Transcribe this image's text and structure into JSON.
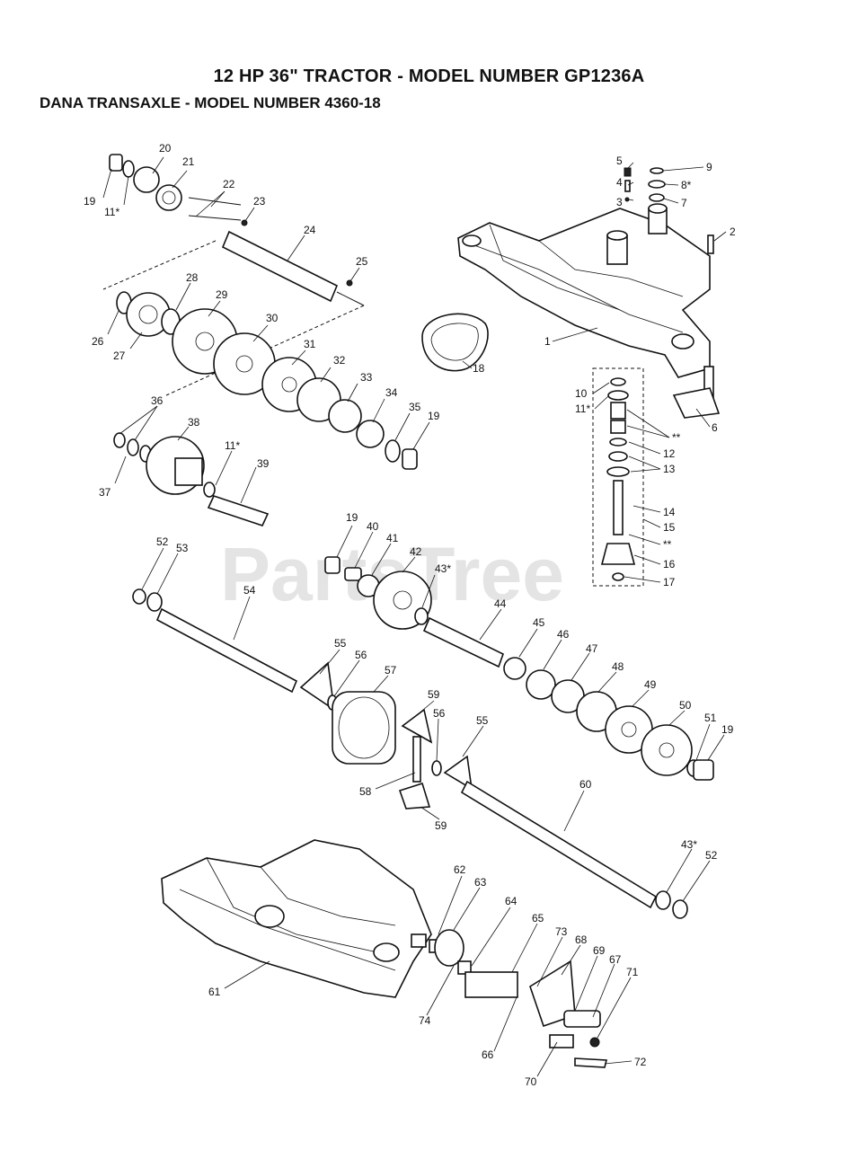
{
  "header": {
    "title": "12 HP 36\" TRACTOR  - MODEL NUMBER GP1236A",
    "subtitle": "DANA TRANSAXLE - MODEL NUMBER 4360-18"
  },
  "watermark": "PartsTree",
  "callouts": [
    {
      "id": "c20",
      "text": "20"
    },
    {
      "id": "c21",
      "text": "21"
    },
    {
      "id": "c19a",
      "text": "19"
    },
    {
      "id": "c11a",
      "text": "11*"
    },
    {
      "id": "c22",
      "text": "22"
    },
    {
      "id": "c23",
      "text": "23"
    },
    {
      "id": "c24",
      "text": "24"
    },
    {
      "id": "c25",
      "text": "25"
    },
    {
      "id": "c26",
      "text": "26"
    },
    {
      "id": "c27",
      "text": "27"
    },
    {
      "id": "c28",
      "text": "28"
    },
    {
      "id": "c29",
      "text": "29"
    },
    {
      "id": "c30",
      "text": "30"
    },
    {
      "id": "c31",
      "text": "31"
    },
    {
      "id": "c32",
      "text": "32"
    },
    {
      "id": "c33",
      "text": "33"
    },
    {
      "id": "c34",
      "text": "34"
    },
    {
      "id": "c35",
      "text": "35"
    },
    {
      "id": "c19b",
      "text": "19"
    },
    {
      "id": "c36",
      "text": "36"
    },
    {
      "id": "c37",
      "text": "37"
    },
    {
      "id": "c38",
      "text": "38"
    },
    {
      "id": "c11b",
      "text": "11*"
    },
    {
      "id": "c39",
      "text": "39"
    },
    {
      "id": "c18",
      "text": "18"
    },
    {
      "id": "c5",
      "text": "5"
    },
    {
      "id": "c4",
      "text": "4"
    },
    {
      "id": "c3",
      "text": "3"
    },
    {
      "id": "c9",
      "text": "9"
    },
    {
      "id": "c8",
      "text": "8*"
    },
    {
      "id": "c7",
      "text": "7"
    },
    {
      "id": "c2",
      "text": "2"
    },
    {
      "id": "c1",
      "text": "1"
    },
    {
      "id": "c10",
      "text": "10"
    },
    {
      "id": "c11c",
      "text": "11*"
    },
    {
      "id": "c6",
      "text": "6"
    },
    {
      "id": "cst1",
      "text": "**"
    },
    {
      "id": "c12",
      "text": "12"
    },
    {
      "id": "c13",
      "text": "13"
    },
    {
      "id": "c14",
      "text": "14"
    },
    {
      "id": "c15",
      "text": "15"
    },
    {
      "id": "cst2",
      "text": "**"
    },
    {
      "id": "c16",
      "text": "16"
    },
    {
      "id": "c17",
      "text": "17"
    },
    {
      "id": "c52a",
      "text": "52"
    },
    {
      "id": "c53",
      "text": "53"
    },
    {
      "id": "c54",
      "text": "54"
    },
    {
      "id": "c19c",
      "text": "19"
    },
    {
      "id": "c40",
      "text": "40"
    },
    {
      "id": "c41",
      "text": "41"
    },
    {
      "id": "c42",
      "text": "42"
    },
    {
      "id": "c43a",
      "text": "43*"
    },
    {
      "id": "c44",
      "text": "44"
    },
    {
      "id": "c45",
      "text": "45"
    },
    {
      "id": "c46",
      "text": "46"
    },
    {
      "id": "c47",
      "text": "47"
    },
    {
      "id": "c48",
      "text": "48"
    },
    {
      "id": "c49",
      "text": "49"
    },
    {
      "id": "c50",
      "text": "50"
    },
    {
      "id": "c51",
      "text": "51"
    },
    {
      "id": "c19d",
      "text": "19"
    },
    {
      "id": "c55a",
      "text": "55"
    },
    {
      "id": "c56a",
      "text": "56"
    },
    {
      "id": "c57",
      "text": "57"
    },
    {
      "id": "c59a",
      "text": "59"
    },
    {
      "id": "c56b",
      "text": "56"
    },
    {
      "id": "c55b",
      "text": "55"
    },
    {
      "id": "c58",
      "text": "58"
    },
    {
      "id": "c59b",
      "text": "59"
    },
    {
      "id": "c60",
      "text": "60"
    },
    {
      "id": "c43b",
      "text": "43*"
    },
    {
      "id": "c52b",
      "text": "52"
    },
    {
      "id": "c62",
      "text": "62"
    },
    {
      "id": "c63",
      "text": "63"
    },
    {
      "id": "c64",
      "text": "64"
    },
    {
      "id": "c65",
      "text": "65"
    },
    {
      "id": "c73",
      "text": "73"
    },
    {
      "id": "c68",
      "text": "68"
    },
    {
      "id": "c69",
      "text": "69"
    },
    {
      "id": "c67",
      "text": "67"
    },
    {
      "id": "c71",
      "text": "71"
    },
    {
      "id": "c61",
      "text": "61"
    },
    {
      "id": "c74",
      "text": "74"
    },
    {
      "id": "c66",
      "text": "66"
    },
    {
      "id": "c70",
      "text": "70"
    },
    {
      "id": "c72",
      "text": "72"
    }
  ]
}
